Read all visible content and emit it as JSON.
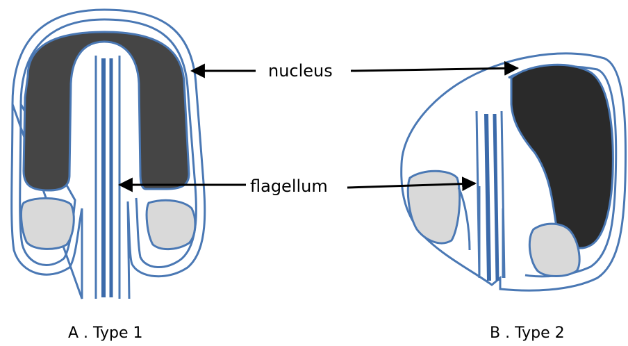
{
  "labels": {
    "nucleus": "nucleus",
    "flagellum": "flagellum"
  },
  "captions": {
    "type1": "A . Type 1",
    "type2": "B . Type 2"
  },
  "colors": {
    "outline": "#4a78b4",
    "nucleus_type1": "#454545",
    "nucleus_type2": "#2a2a2a",
    "vesicle": "#d9d9d9",
    "arrow": "#000000"
  }
}
